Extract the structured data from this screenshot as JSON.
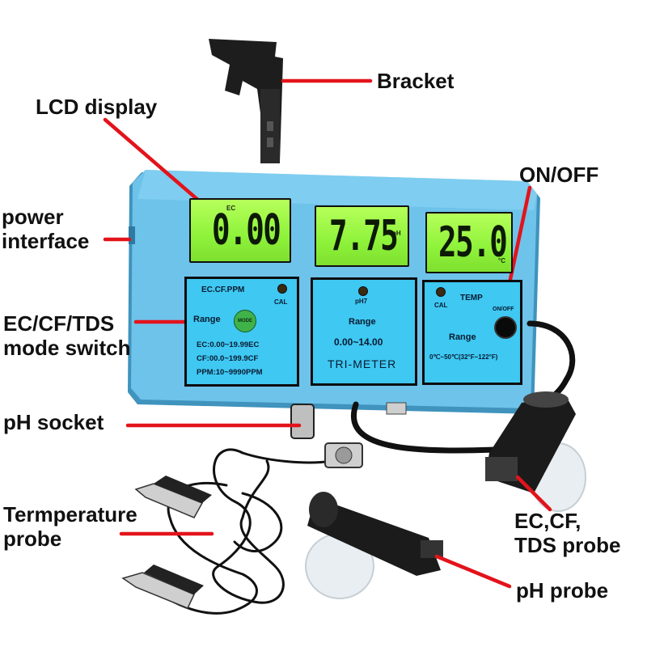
{
  "callouts": {
    "bracket": "Bracket",
    "lcd_display": "LCD display",
    "on_off": "ON/OFF",
    "power_interface_1": "power",
    "power_interface_2": "interface",
    "mode_switch_1": "EC/CF/TDS",
    "mode_switch_2": "mode switch",
    "ph_socket": "pH socket",
    "temp_probe_1": "Termperature",
    "temp_probe_2": "probe",
    "ec_probe_1": "EC,CF,",
    "ec_probe_2": "TDS probe",
    "ph_probe": "pH probe"
  },
  "displays": {
    "ec": {
      "tag": "EC",
      "value": "0.00"
    },
    "ph": {
      "tag": "pH",
      "value": "7.75"
    },
    "temp": {
      "tag": "°C",
      "value": "25.0"
    }
  },
  "panels": {
    "ec": {
      "title": "EC.CF.PPM",
      "cal": "CAL",
      "range": "Range",
      "mode": "MODE",
      "line1": "EC:0.00~19.99EC",
      "line2": "CF:00.0~199.9CF",
      "line3": "PPM:10~9990PPM"
    },
    "ph": {
      "label": "pH7",
      "range": "Range",
      "values": "0.00~14.00",
      "brand": "TRI-METER"
    },
    "temp": {
      "cal": "CAL",
      "title": "TEMP",
      "onoff": "ON/OFF",
      "range": "Range",
      "values": "0℃~50℃(32°F~122°F)"
    }
  },
  "colors": {
    "body": "#6ec3ea",
    "panel": "#3ec8f2",
    "lcd": "#9af53f",
    "leader": "#e3131b"
  }
}
